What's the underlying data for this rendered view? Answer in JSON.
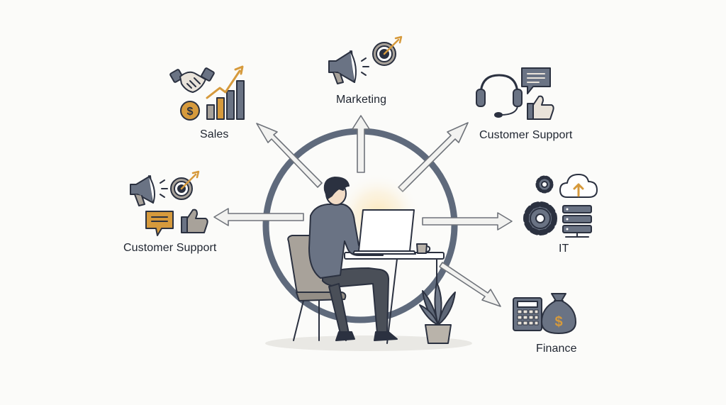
{
  "departments": {
    "sales": {
      "label": "Sales",
      "icons": [
        "handshake-icon",
        "dollar-coin-icon",
        "growth-bar-chart-icon"
      ]
    },
    "marketing": {
      "label": "Marketing",
      "icons": [
        "megaphone-icon",
        "target-icon"
      ]
    },
    "support_right": {
      "label": "Customer Support",
      "icons": [
        "headset-icon",
        "chat-bubble-icon",
        "thumbs-up-icon"
      ]
    },
    "support_left": {
      "label": "Customer Support",
      "icons": [
        "megaphone-icon",
        "target-icon",
        "chat-bubble-icon",
        "thumbs-up-icon"
      ]
    },
    "it": {
      "label": "IT",
      "icons": [
        "gear-icon",
        "cloud-upload-icon",
        "server-icon"
      ]
    },
    "finance": {
      "label": "Finance",
      "icons": [
        "calculator-icon",
        "money-bag-icon"
      ]
    }
  },
  "center": {
    "icons": [
      "person-at-laptop-icon",
      "chair-icon",
      "desk-icon",
      "coffee-mug-icon",
      "plant-icon"
    ]
  },
  "colors": {
    "ink": "#2b3140",
    "slate": "#5b6474",
    "accent": "#d69a3c",
    "arrow_fill": "#f2f2f0",
    "arrow_stroke": "#6f737a",
    "ring": "#5f6a7c"
  }
}
